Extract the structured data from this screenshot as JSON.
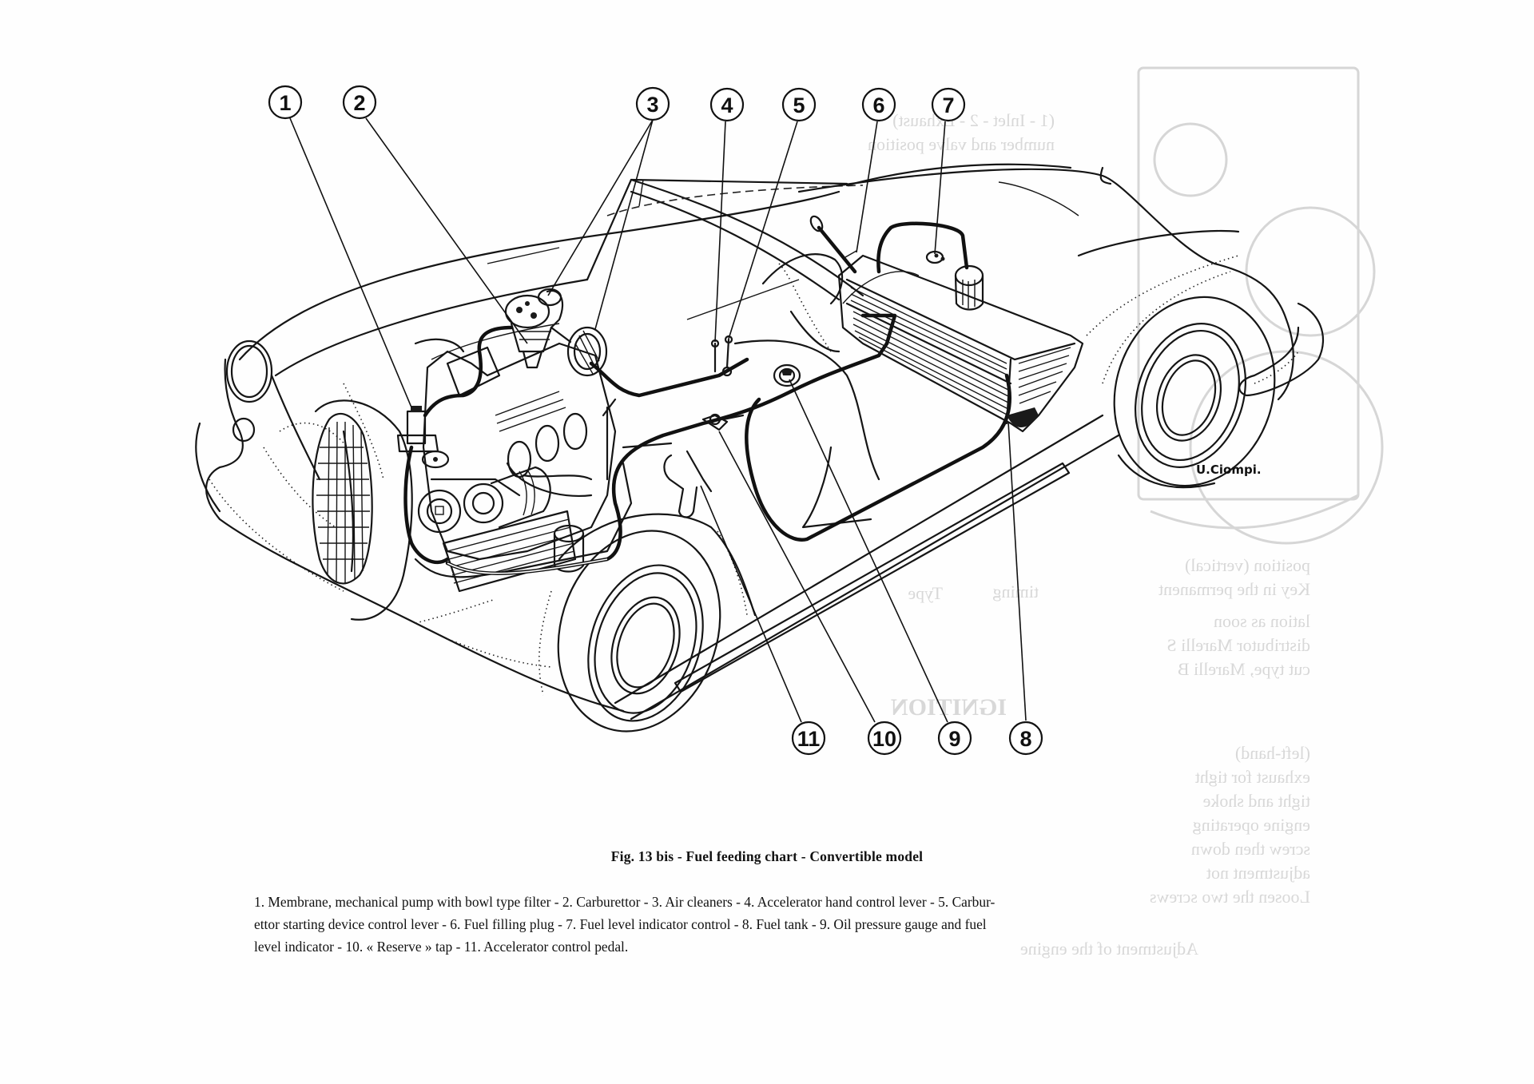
{
  "figure": {
    "title": "Fig. 13 bis - Fuel feeding chart - Convertible model",
    "legend_lines": [
      "1. Membrane, mechanical pump with bowl type filter - 2. Carburettor - 3. Air cleaners - 4. Accelerator hand control lever - 5. Carbur-",
      "ettor starting device control lever - 6. Fuel filling plug - 7. Fuel level indicator control - 8. Fuel tank - 9. Oil pressure gauge and fuel",
      "level indicator - 10. « Reserve » tap - 11. Accelerator control pedal."
    ],
    "legend_items": [
      {
        "number": "1",
        "label": "Membrane, mechanical pump with bowl type filter"
      },
      {
        "number": "2",
        "label": "Carburettor"
      },
      {
        "number": "3",
        "label": "Air cleaners"
      },
      {
        "number": "4",
        "label": "Accelerator hand control lever"
      },
      {
        "number": "5",
        "label": "Carburettor starting device control lever"
      },
      {
        "number": "6",
        "label": "Fuel filling plug"
      },
      {
        "number": "7",
        "label": "Fuel level indicator control"
      },
      {
        "number": "8",
        "label": "Fuel tank"
      },
      {
        "number": "9",
        "label": "Oil pressure gauge and fuel level indicator"
      },
      {
        "number": "10",
        "label": "« Reserve » tap"
      },
      {
        "number": "11",
        "label": "Accelerator control pedal"
      }
    ],
    "signature": "U.Ciompi.",
    "callouts_top": [
      "1",
      "2",
      "3",
      "4",
      "5",
      "6",
      "7"
    ],
    "callouts_bottom": [
      "11",
      "10",
      "9",
      "8"
    ]
  }
}
